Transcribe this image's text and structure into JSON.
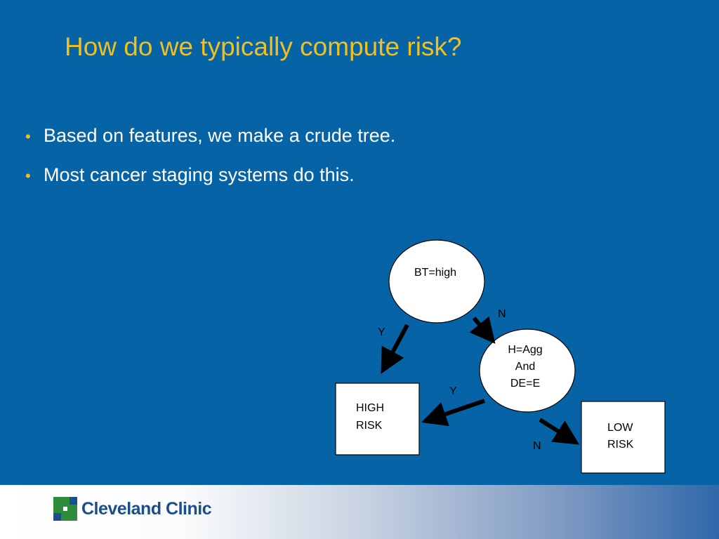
{
  "slide": {
    "title": "How do we typically compute risk?",
    "bullets": [
      "Based on features, we make a crude tree.",
      "Most cancer staging systems do this."
    ]
  },
  "diagram": {
    "root_node": {
      "label": "BT=high"
    },
    "second_node": {
      "lines": [
        "H=Agg",
        "And",
        "DE=E"
      ]
    },
    "high_risk_box": {
      "lines": [
        "HIGH",
        "RISK"
      ]
    },
    "low_risk_box": {
      "lines": [
        "LOW",
        "RISK"
      ]
    },
    "edge_labels": {
      "root_yes": "Y",
      "root_no": "N",
      "second_yes": "Y",
      "second_no": "N"
    }
  },
  "footer": {
    "brand": "Cleveland Clinic",
    "brand_color": "#1a4f8a",
    "logo_color": "#2e8b3a",
    "logo_icon": "cleveland-clinic-cross-icon"
  },
  "colors": {
    "background": "#0563a6",
    "title": "#f0c020",
    "bullet_text": "#ffffff",
    "bullet_marker": "#f0c020"
  }
}
